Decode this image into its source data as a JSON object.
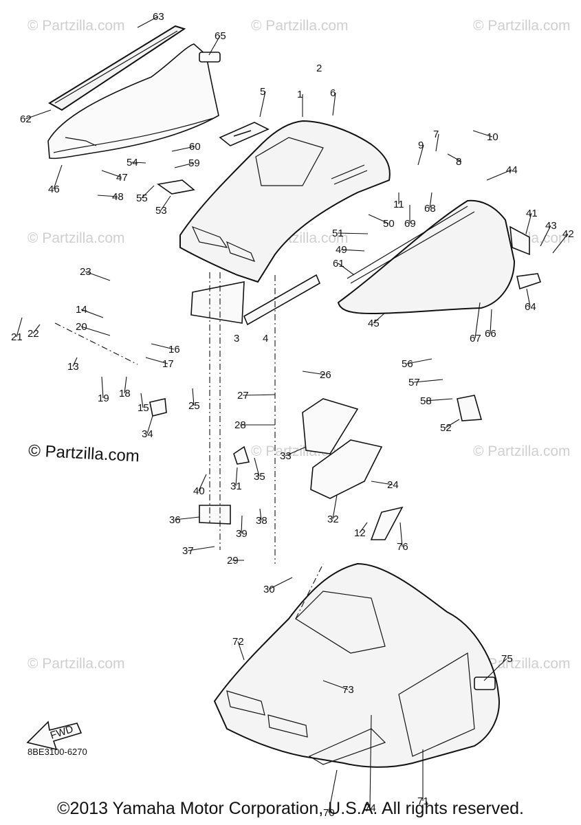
{
  "watermark_text": "© Partzilla.com",
  "brand_watermark": "© Partzilla.com",
  "diagram_code": "8BE3100-6270",
  "fwd_label": "FWD",
  "copyright": "©2013 Yamaha Motor Corporation, U.S.A. All rights reserved.",
  "callouts": [
    "1",
    "2",
    "3",
    "4",
    "5",
    "6",
    "7",
    "8",
    "9",
    "10",
    "11",
    "12",
    "13",
    "14",
    "15",
    "16",
    "17",
    "18",
    "19",
    "20",
    "21",
    "22",
    "23",
    "24",
    "25",
    "26",
    "27",
    "28",
    "29",
    "30",
    "31",
    "32",
    "33",
    "34",
    "35",
    "36",
    "37",
    "38",
    "39",
    "40",
    "41",
    "42",
    "43",
    "44",
    "45",
    "46",
    "47",
    "48",
    "49",
    "50",
    "51",
    "52",
    "53",
    "54",
    "55",
    "56",
    "57",
    "58",
    "59",
    "60",
    "61",
    "62",
    "63",
    "64",
    "65",
    "66",
    "67",
    "68",
    "69",
    "70",
    "71",
    "72",
    "73",
    "74",
    "75",
    "76"
  ]
}
